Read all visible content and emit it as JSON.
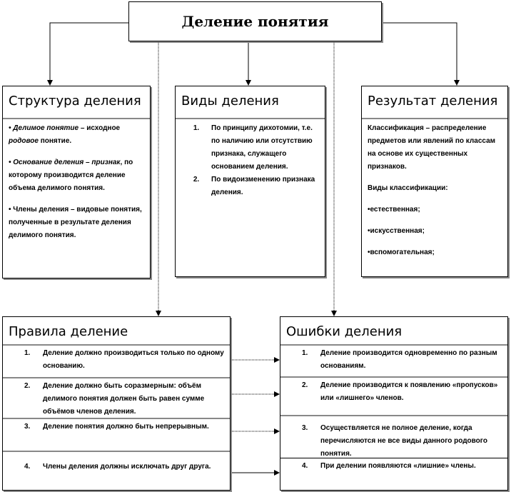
{
  "title": "Деление понятия",
  "structure": {
    "heading": "Структура деления",
    "items": [
      {
        "a": "• Делимое понятие",
        "b": " – исходное ",
        "c": "родовое",
        "d": " понятие."
      },
      {
        "a": "• Основание деления",
        "b": " – ",
        "c": "признак",
        "d": ", по которому производится деление  объема делимого понятия."
      },
      {
        "a": "• Члены деления",
        "b": " – видовые понятия, полученные  в результате деления делимого понятия.",
        "c": "",
        "d": ""
      }
    ]
  },
  "kinds": {
    "heading": "Виды деления",
    "items": [
      "По принципу дихотомии, т.е. по наличию или отсутствию признака, служащего основанием деления.",
      "По видоизменению признака деления."
    ]
  },
  "result": {
    "heading": "Результат деления",
    "definition": "Классификация – распределение предметов или явлений по классам на основе их существенных признаков.",
    "types_label": "Виды классификации:",
    "types": [
      "•естественная;",
      "•искусственная;",
      "•вспомогательная;"
    ]
  },
  "rules": {
    "heading": "Правила деление",
    "items": [
      {
        "n": "1.",
        "text": "Деление  должно производиться только по одному основанию."
      },
      {
        "n": "2.",
        "text": "Деление  должно быть соразмерным: объём делимого понятия должен быть равен сумме объёмов членов деления."
      },
      {
        "n": "3.",
        "text": "Деление  понятия должно быть непрерывным."
      },
      {
        "n": "4.",
        "text": "Члены деления должны исключать друг друга."
      }
    ]
  },
  "errors": {
    "heading": "Ошибки деления",
    "items": [
      {
        "n": "1.",
        "text": "Деление  производится одновременно  по разным основаниям."
      },
      {
        "n": "2.",
        "text": "Деление  производится к появлению «пропусков» или «лишнего» членов."
      },
      {
        "n": "3.",
        "text": "Осуществляется не полное деление, когда перечисляются  не все виды данного родового понятия."
      },
      {
        "n": "4.",
        "text": "При делении  появляются «лишние»  члены."
      }
    ]
  }
}
